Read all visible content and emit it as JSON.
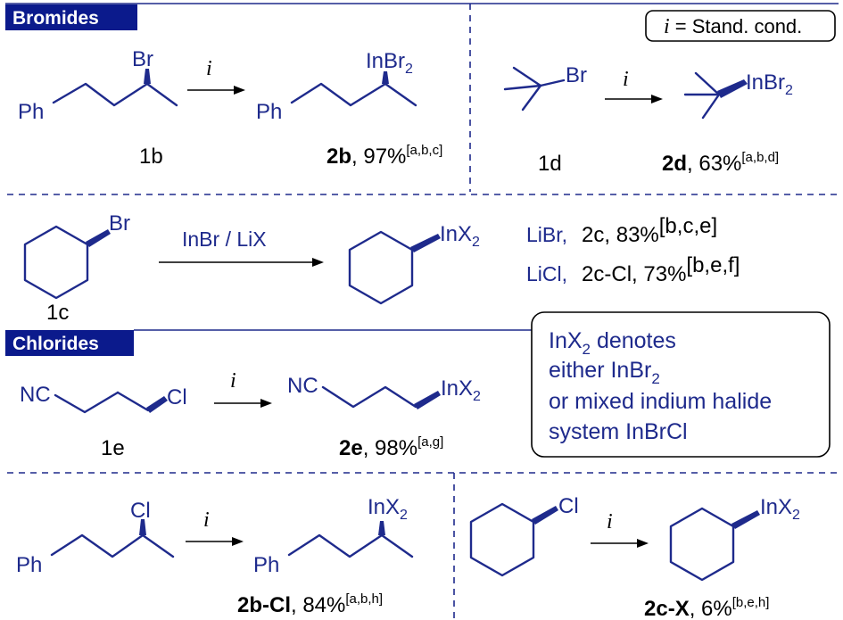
{
  "headers": {
    "bromides": "Bromides",
    "chlorides": "Chlorides"
  },
  "legend": {
    "italic_i": "i",
    "text": " = Stand. cond."
  },
  "reagent_i": "i",
  "reagent_1c": "InBr / LiX",
  "atoms": {
    "Br": "Br",
    "Cl": "Cl",
    "Ph": "Ph",
    "NC": "NC",
    "InBr": "InBr",
    "InX": "InX",
    "sub2": "2"
  },
  "compounds": {
    "1b": "1b",
    "1d": "1d",
    "1c": "1c",
    "1e": "1e",
    "2b": "2b",
    "2d": "2d",
    "2c": "2c",
    "2c_cl": "2c-Cl",
    "2e": "2e",
    "2b_cl": "2b-Cl",
    "2c_x": "2c-X"
  },
  "yields": {
    "2b": ", 97%",
    "2b_ref": "[a,b,c]",
    "2d": ", 63%",
    "2d_ref": "[a,b,d]",
    "2c_salt": "LiBr,",
    "2c": ", 83%",
    "2c_ref": "[b,c,e]",
    "2c_cl_salt": "LiCl,",
    "2c_cl": ", 73%",
    "2c_cl_ref": "[b,e,f]",
    "2e": ", 98%",
    "2e_ref": "[a,g]",
    "2b_cl": ", 84%",
    "2b_cl_ref": "[a,b,h]",
    "2c_x": ", 6%",
    "2c_x_ref": "[b,e,h]"
  },
  "note": {
    "line1_a": "InX",
    "line1_sub": "2",
    "line1_b": " denotes",
    "line2_a": "either InBr",
    "line2_sub": "2",
    "line3": "or mixed indium halide",
    "line4": "system InBrCl"
  },
  "colors": {
    "structure": "#1e2a8c",
    "header_bg": "#0b1a8c",
    "header_text": "#ffffff"
  }
}
